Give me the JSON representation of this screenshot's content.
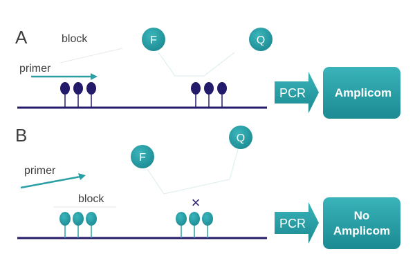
{
  "colors": {
    "teal": "#2a9fa6",
    "teal_dark": "#1f8e96",
    "navy": "#241a6b",
    "text": "#3d3d3d",
    "connector": "#dfeff0"
  },
  "panel_a": {
    "label": "A",
    "block_label": "block",
    "primer_label": "primer",
    "fluor_label": "F",
    "quencher_label": "Q",
    "pcr_label": "PCR",
    "result_label": "Amplicom"
  },
  "panel_b": {
    "label": "B",
    "block_label": "block",
    "primer_label": "primer",
    "fluor_label": "F",
    "quencher_label": "Q",
    "blocked_mark": "×",
    "pcr_label": "PCR",
    "result_line1": "No",
    "result_line2": "Amplicom"
  }
}
